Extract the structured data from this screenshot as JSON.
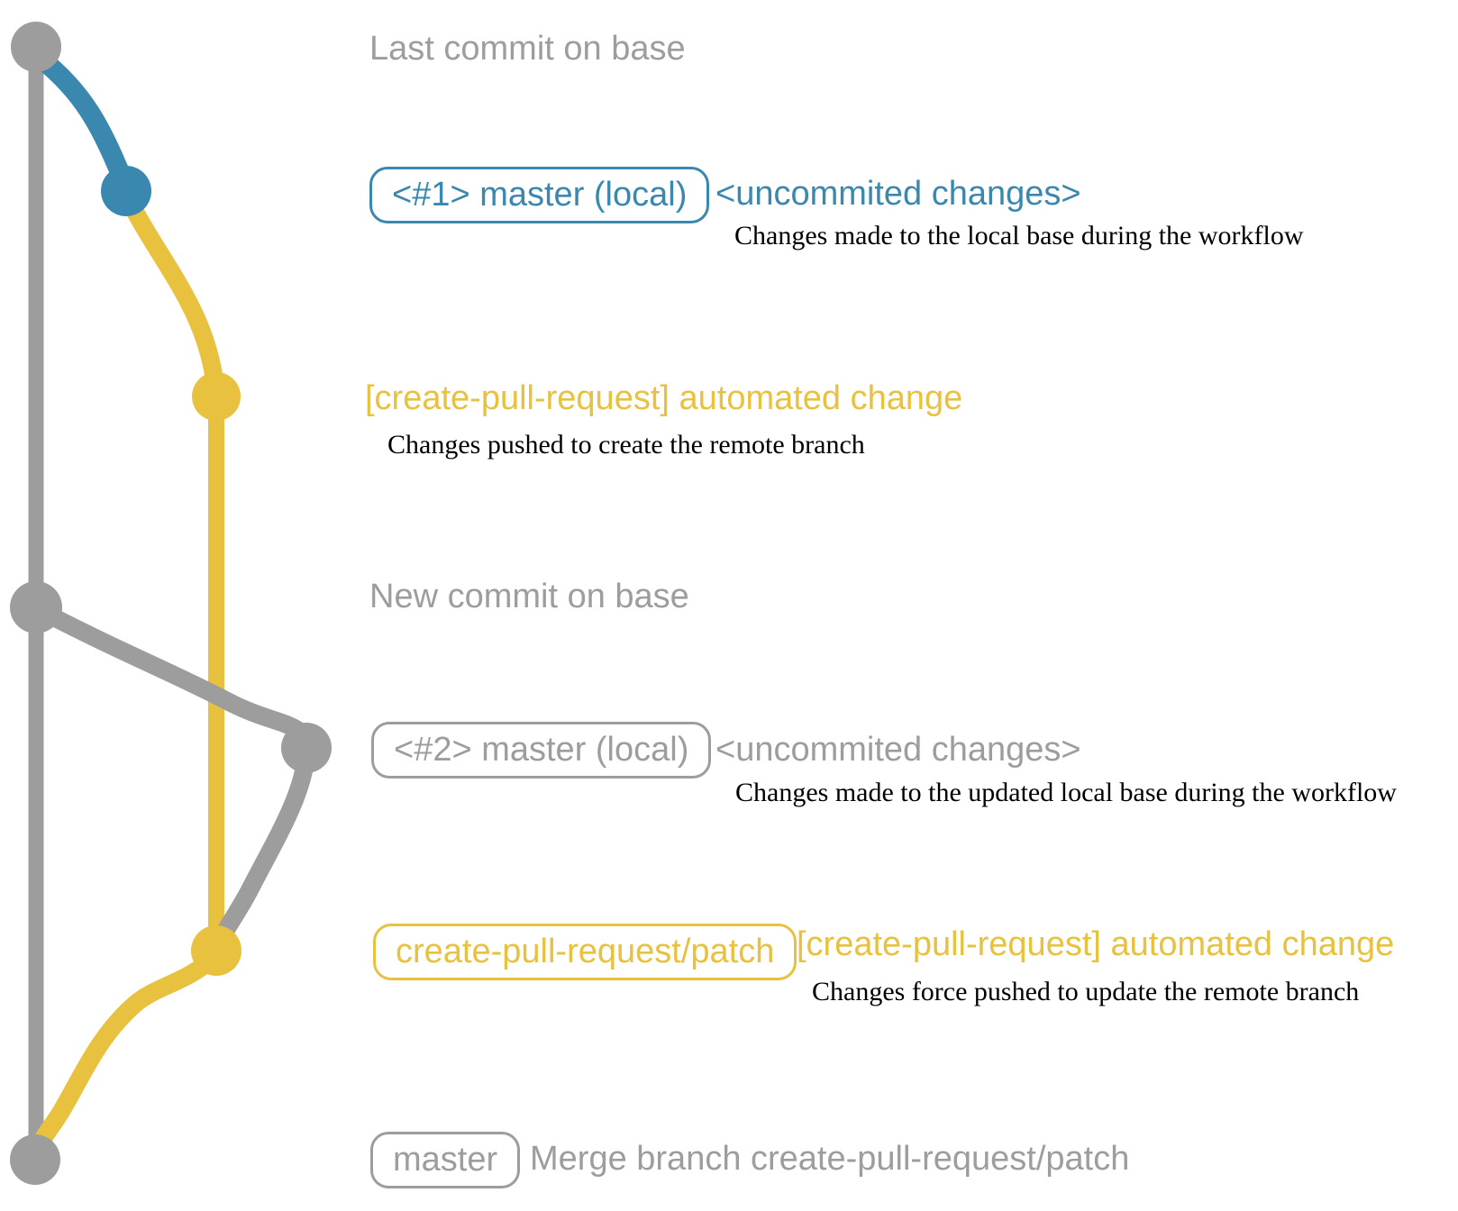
{
  "colors": {
    "base": "#9d9d9d",
    "local": "#3a87af",
    "patch": "#e8c13e",
    "description_text": "#000000",
    "background": "#ffffff"
  },
  "sections": {
    "last_commit": {
      "message": "Last commit on base"
    },
    "uncommitted_1": {
      "branch_label": "<#1> master (local)",
      "title": "<uncommited changes>",
      "description": "Changes made to the local base during the workflow"
    },
    "automated_change_1": {
      "title": "[create-pull-request] automated change",
      "description": "Changes pushed to create the remote branch"
    },
    "new_commit": {
      "message": "New commit on base"
    },
    "uncommitted_2": {
      "branch_label": "<#2> master (local)",
      "title": "<uncommited changes>",
      "description": "Changes made to the updated local base during the workflow"
    },
    "automated_change_2": {
      "branch_label": "create-pull-request/patch",
      "title": "[create-pull-request] automated change",
      "description": "Changes force pushed to update the remote branch"
    },
    "merge": {
      "branch_label": "master",
      "message": "Merge branch create-pull-request/patch"
    }
  }
}
